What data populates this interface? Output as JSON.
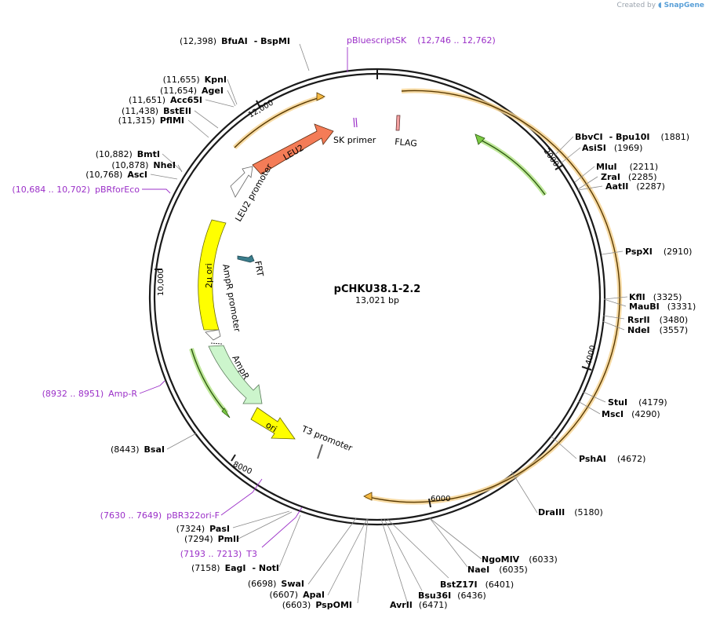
{
  "watermark": {
    "prefix": "Created by",
    "brand": "SnapGene"
  },
  "plasmid": {
    "name": "pCHKU38.1-2.2",
    "size": "13,021 bp"
  },
  "ruler": [
    "2000",
    "4000",
    "6000",
    "8000",
    "10,000",
    "12,000"
  ],
  "features": {
    "leu2": "LEU2",
    "leu2_promoter": "LEU2 promoter",
    "two_micron_ori": "2μ ori",
    "ampr_promoter": "AmpR promoter",
    "ampr": "AmpR",
    "ori": "ori",
    "t3_promoter": "T3 promoter",
    "frt": "FRT",
    "sk_primer": "SK primer",
    "flag": "FLAG"
  },
  "sites": {
    "bfuai": {
      "pos": "(12,398)",
      "name": "BfuAI",
      "name2": "- BspMI"
    },
    "kpni": {
      "pos": "(11,655)",
      "name": "KpnI"
    },
    "agei": {
      "pos": "(11,654)",
      "name": "AgeI"
    },
    "acc65i": {
      "pos": "(11,651)",
      "name": "Acc65I"
    },
    "bsteii": {
      "pos": "(11,438)",
      "name": "BstEII"
    },
    "pflmi": {
      "pos": "(11,315)",
      "name": "PflMI"
    },
    "bmti": {
      "pos": "(10,882)",
      "name": "BmtI"
    },
    "nhei": {
      "pos": "(10,878)",
      "name": "NheI"
    },
    "asci": {
      "pos": "(10,768)",
      "name": "AscI"
    },
    "bsai": {
      "pos": "(8443)",
      "name": "BsaI"
    },
    "pasi": {
      "pos": "(7324)",
      "name": "PasI"
    },
    "pmli": {
      "pos": "(7294)",
      "name": "PmlI"
    },
    "eagi": {
      "pos": "(7158)",
      "name": "EagI",
      "name2": "- NotI"
    },
    "swai": {
      "pos": "(6698)",
      "name": "SwaI"
    },
    "apai": {
      "pos": "(6607)",
      "name": "ApaI"
    },
    "pspomi": {
      "pos": "(6603)",
      "name": "PspOMI"
    },
    "avrii": {
      "name": "AvrII",
      "pos": "(6471)"
    },
    "bsu36i": {
      "name": "Bsu36I",
      "pos": "(6436)"
    },
    "bstz17i": {
      "name": "BstZ17I",
      "pos": "(6401)"
    },
    "naei": {
      "name": "NaeI",
      "pos": "(6035)"
    },
    "ngomiv": {
      "name": "NgoMIV",
      "pos": "(6033)"
    },
    "draiii": {
      "name": "DraIII",
      "pos": "(5180)"
    },
    "pshai": {
      "name": "PshAI",
      "pos": "(4672)"
    },
    "msci": {
      "name": "MscI",
      "pos": "(4290)"
    },
    "stui": {
      "name": "StuI",
      "pos": "(4179)"
    },
    "ndei": {
      "name": "NdeI",
      "pos": "(3557)"
    },
    "rsrii": {
      "name": "RsrII",
      "pos": "(3480)"
    },
    "maubi": {
      "name": "MauBI",
      "pos": "(3331)"
    },
    "kfli": {
      "name": "KflI",
      "pos": "(3325)"
    },
    "pspxi": {
      "name": "PspXI",
      "pos": "(2910)"
    },
    "aatii": {
      "name": "AatII",
      "pos": "(2287)"
    },
    "zrai": {
      "name": "ZraI",
      "pos": "(2285)"
    },
    "mlui": {
      "name": "MluI",
      "pos": "(2211)"
    },
    "asisi": {
      "name": "AsiSI",
      "pos": "(1969)"
    },
    "bbvci": {
      "name": "BbvCI",
      "name2": "- Bpu10I",
      "pos": "(1881)"
    }
  },
  "primers": {
    "pbluescriptsk": {
      "name": "pBluescriptSK",
      "range": "(12,746 .. 12,762)"
    },
    "pbrforeco": {
      "range": "(10,684 .. 10,702)",
      "name": "pBRforEco"
    },
    "ampr_primer": {
      "range": "(8932 .. 8951)",
      "name": "Amp-R"
    },
    "pbr322ori": {
      "range": "(7630 .. 7649)",
      "name": "pBR322ori-F"
    },
    "t3": {
      "range": "(7193 .. 7213)",
      "name": "T3"
    }
  },
  "colors": {
    "backbone": "#1a1a1a",
    "orange_feature": "#f5b942",
    "green_feature": "#7ac943",
    "leu2": "#f47c57",
    "two_micron_ori": "#ffff00",
    "ampr": "#ccf5cc",
    "ori": "#ffff00",
    "primer": "#9b30c8",
    "frt": "#3a7d8c"
  }
}
